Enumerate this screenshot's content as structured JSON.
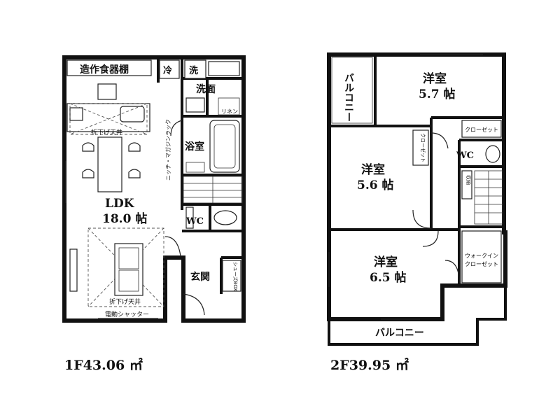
{
  "floor1": {
    "area": "1F43.06 ㎡",
    "rooms": {
      "pantry": "造作食器棚",
      "fridge": "冷",
      "washer": "洗",
      "washroom": "洗面",
      "linen": "リネン",
      "bath": "浴室",
      "ldk_name": "LDK",
      "ldk_size": "18.0 帖",
      "wc": "WC",
      "entrance": "玄関",
      "shoe_storage": "シューズBOX",
      "niche": "ニッチ・マガジンラック",
      "ceiling_kitchen": "折下げ天井",
      "ceiling_living": "折下げ天井",
      "shutter": "電動シャッター"
    }
  },
  "floor2": {
    "area": "2F39.95 ㎡",
    "rooms": {
      "balcony_top": "バルコニー",
      "room_a_name": "洋室",
      "room_a_size": "5.7 帖",
      "closet_a": "クローゼット",
      "wc": "WC",
      "room_b_name": "洋室",
      "room_b_size": "5.6 帖",
      "closet_b": "クローゼット",
      "storage": "収納",
      "room_c_name": "洋室",
      "room_c_size": "6.5 帖",
      "walkin": "ウォークイン",
      "walkin2": "クローゼット",
      "balcony_bottom": "バルコニー"
    }
  }
}
